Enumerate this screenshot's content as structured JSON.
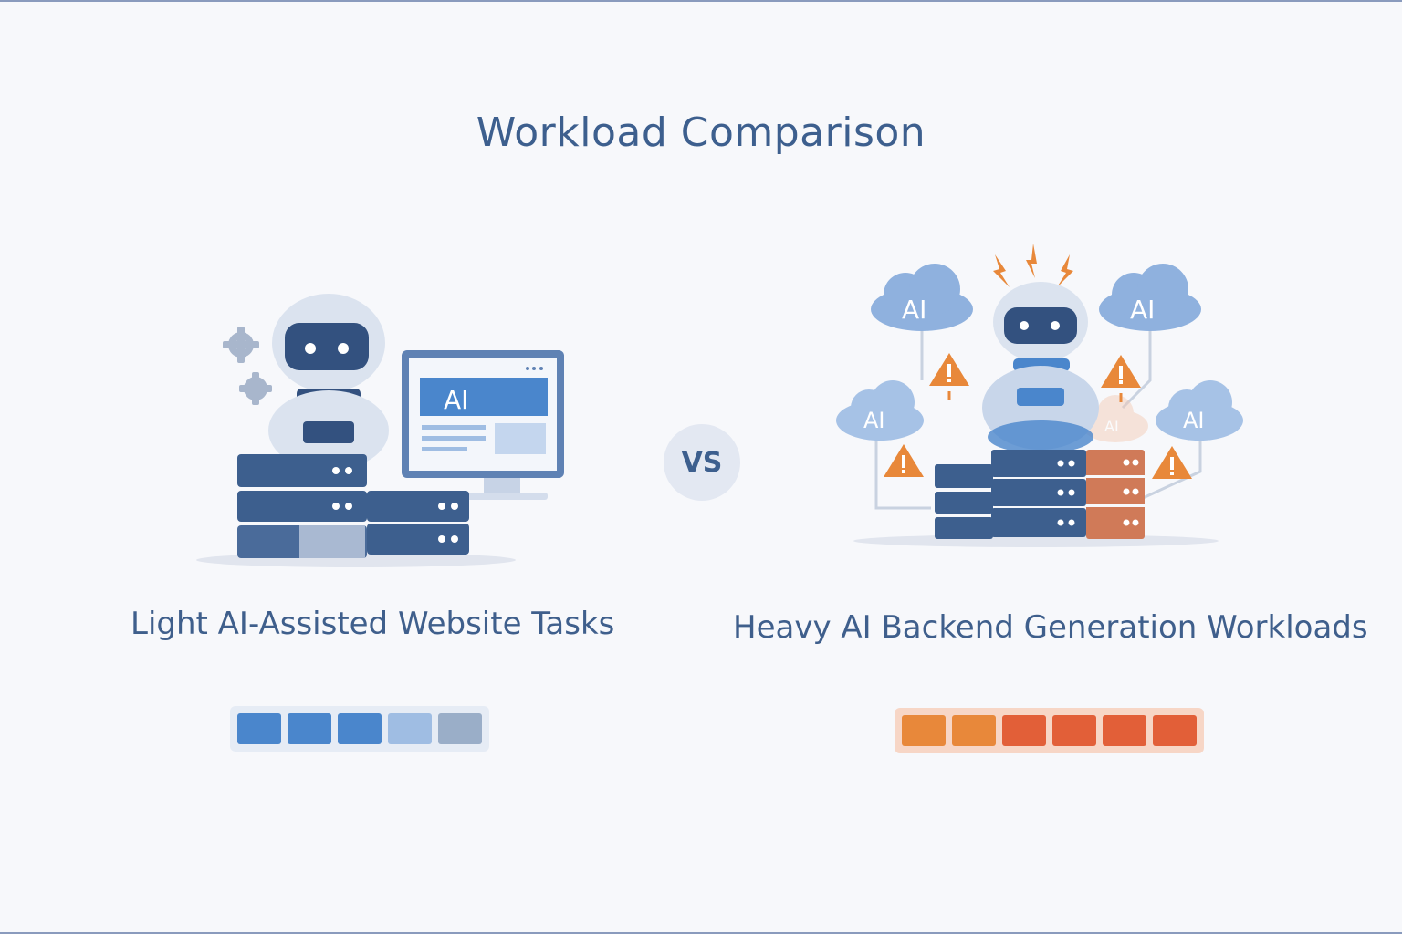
{
  "title": "Workload Comparison",
  "vs_label": "VS",
  "left": {
    "caption": "Light AI-Assisted Website Tasks",
    "monitor_label": "AI",
    "meter_colors": [
      "#4a86cc",
      "#4a86cc",
      "#4a86cc",
      "#9fbde3",
      "#9aaec8"
    ]
  },
  "right": {
    "caption": "Heavy AI Backend Generation Workloads",
    "cloud_labels": [
      "AI",
      "AI",
      "AI",
      "AI",
      "AI"
    ],
    "meter_colors": [
      "#e8883a",
      "#e8883a",
      "#e25f38",
      "#e25f38",
      "#e25f38",
      "#e25f38"
    ]
  },
  "colors": {
    "navy": "#3d5f8e",
    "blue": "#4a86cc",
    "orange": "#e8883a",
    "red": "#e25f38"
  }
}
